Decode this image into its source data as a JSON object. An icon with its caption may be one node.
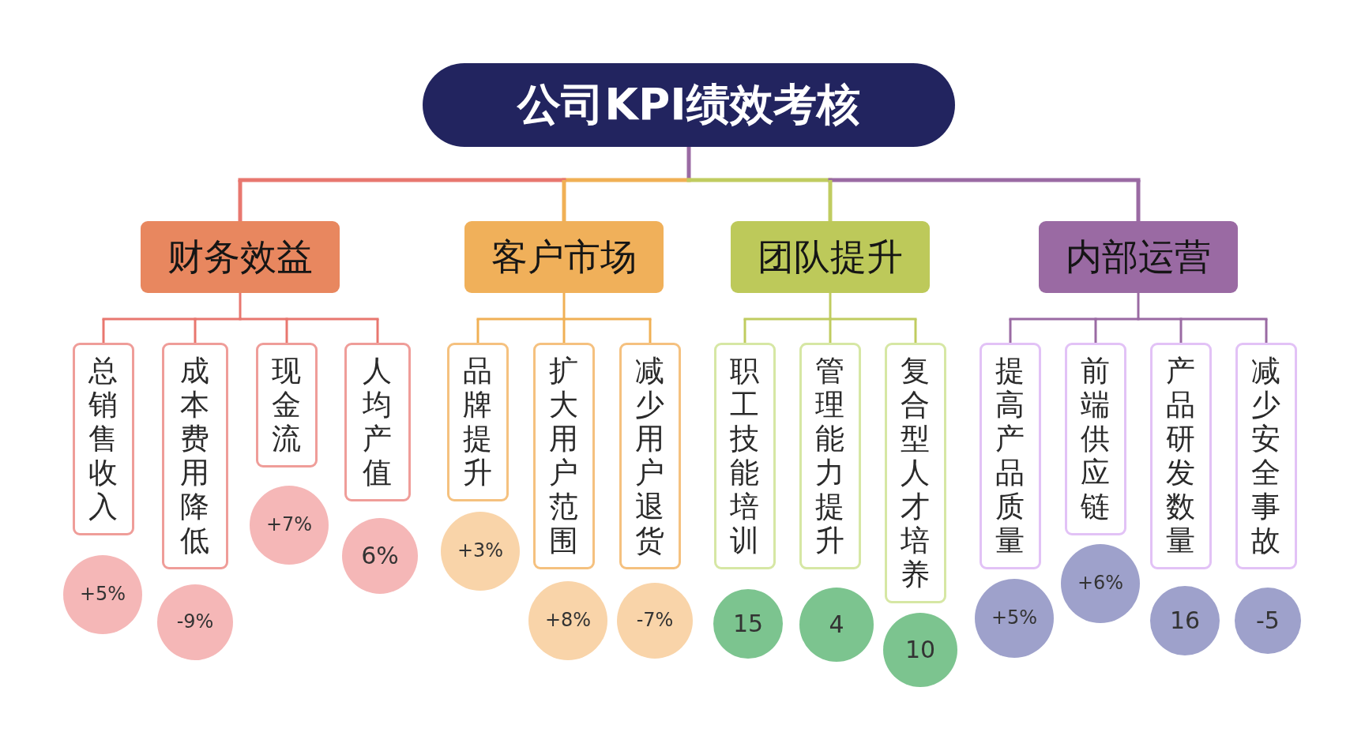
{
  "diagram": {
    "nodes": [
      {
        "text": [
          "公司KPI绩效考核"
        ]
      },
      {
        "text": [
          "财务效益"
        ]
      },
      {
        "text": [
          "客户市场"
        ]
      },
      {
        "text": [
          "团队提升"
        ]
      },
      {
        "text": [
          "内部运营"
        ]
      },
      {
        "text": [
          "总销售收入"
        ]
      },
      {
        "text": [
          "+5%"
        ]
      },
      {
        "text": [
          "成本费用降低"
        ]
      },
      {
        "text": [
          "-9%"
        ]
      },
      {
        "text": [
          "现金流"
        ]
      },
      {
        "text": [
          "+7%"
        ]
      },
      {
        "text": [
          "人均产值"
        ]
      },
      {
        "text": [
          "6%"
        ]
      },
      {
        "text": [
          "品牌提升"
        ]
      },
      {
        "text": [
          "+3%"
        ]
      },
      {
        "text": [
          "扩大用户范围"
        ]
      },
      {
        "text": [
          "+8%"
        ]
      },
      {
        "text": [
          "减少用户退货"
        ]
      },
      {
        "text": [
          "-7%"
        ]
      },
      {
        "text": [
          "职工技能培训"
        ]
      },
      {
        "text": [
          "15"
        ]
      },
      {
        "text": [
          "管理能力提升"
        ]
      },
      {
        "text": [
          "4"
        ]
      },
      {
        "text": [
          "复合型人才培养"
        ]
      },
      {
        "text": [
          "10"
        ]
      },
      {
        "text": [
          "提高产品质量"
        ]
      },
      {
        "text": [
          "+5%"
        ]
      },
      {
        "text": [
          "前端供应链"
        ]
      },
      {
        "text": [
          "+6%"
        ]
      },
      {
        "text": [
          "产品研发数量"
        ]
      },
      {
        "text": [
          "16"
        ]
      },
      {
        "text": [
          "减少安全事故"
        ]
      },
      {
        "text": [
          "-5"
        ]
      }
    ],
    "edges": [
      {
        "from": 0,
        "to": 1,
        "arrow": "none",
        "color": "#e8776f"
      },
      {
        "from": 0,
        "to": 2,
        "arrow": "none",
        "color": "#f0b055"
      },
      {
        "from": 0,
        "to": 3,
        "arrow": "none",
        "color": "#c0cc60"
      },
      {
        "from": 0,
        "to": 4,
        "arrow": "none",
        "color": "#9a6aa3"
      },
      {
        "from": 1,
        "to": 5,
        "arrow": "none",
        "color": "#e8776f"
      },
      {
        "from": 1,
        "to": 7,
        "arrow": "none",
        "color": "#e8776f"
      },
      {
        "from": 1,
        "to": 9,
        "arrow": "none",
        "color": "#e8776f"
      },
      {
        "from": 1,
        "to": 11,
        "arrow": "none",
        "color": "#e8776f"
      },
      {
        "from": 2,
        "to": 13,
        "arrow": "none",
        "color": "#f0b055"
      },
      {
        "from": 2,
        "to": 15,
        "arrow": "none",
        "color": "#f0b055"
      },
      {
        "from": 2,
        "to": 17,
        "arrow": "none",
        "color": "#f0b055"
      },
      {
        "from": 3,
        "to": 19,
        "arrow": "none",
        "color": "#c0cc60"
      },
      {
        "from": 3,
        "to": 21,
        "arrow": "none",
        "color": "#c0cc60"
      },
      {
        "from": 3,
        "to": 23,
        "arrow": "none",
        "color": "#c0cc60"
      },
      {
        "from": 4,
        "to": 25,
        "arrow": "none",
        "color": "#9a6aa3"
      },
      {
        "from": 4,
        "to": 27,
        "arrow": "none",
        "color": "#9a6aa3"
      },
      {
        "from": 4,
        "to": 29,
        "arrow": "none",
        "color": "#9a6aa3"
      },
      {
        "from": 4,
        "to": 31,
        "arrow": "none",
        "color": "#9a6aa3"
      }
    ]
  }
}
